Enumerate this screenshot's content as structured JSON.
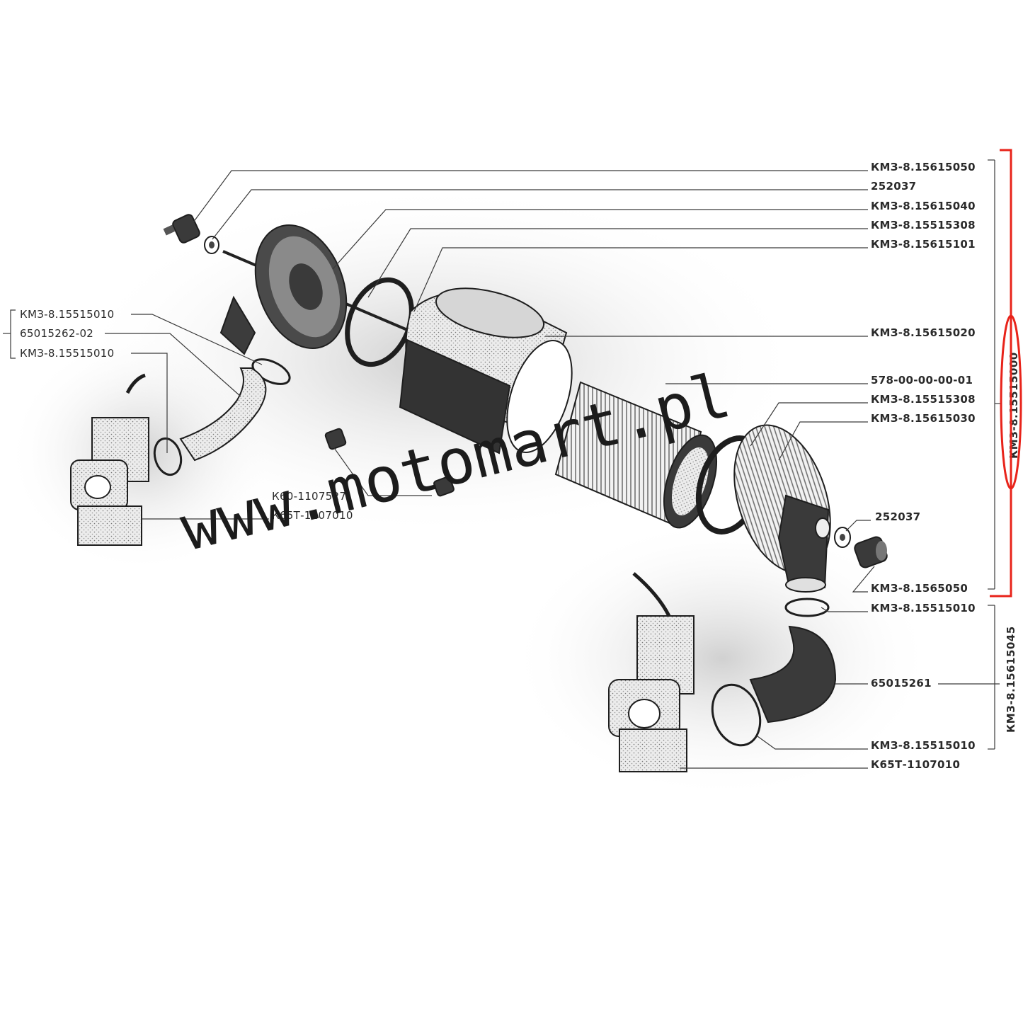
{
  "labels_left": [
    {
      "text": "КМЗ-8.15515010"
    },
    {
      "text": "65015262-02"
    },
    {
      "text": "КМЗ-8.15515010"
    }
  ],
  "labels_right_top": [
    {
      "text": "КМЗ-8.15615050"
    },
    {
      "text": "252037"
    },
    {
      "text": "КМЗ-8.15615040"
    },
    {
      "text": "КМЗ-8.15515308"
    },
    {
      "text": "КМЗ-8.15615101"
    },
    {
      "text": "КМЗ-8.15615020"
    },
    {
      "text": "578-00-00-00-01"
    },
    {
      "text": "КМЗ-8.15515308"
    },
    {
      "text": "КМЗ-8.15615030"
    },
    {
      "text": "252037"
    },
    {
      "text": "КМЗ-8.1565050"
    }
  ],
  "labels_right_bottom": [
    {
      "text": "КМЗ-8.15515010"
    },
    {
      "text": "65015261"
    },
    {
      "text": "КМЗ-8.15515010"
    },
    {
      "text": "К65Т-1107010"
    }
  ],
  "labels_center": [
    {
      "text": "К60-1107527"
    },
    {
      "text": "К65Т-1107010"
    }
  ],
  "assembly_top": "КМЗ-8.15515000",
  "assembly_bottom": "КМЗ-8.15615045",
  "watermark": "www.motomart.pl",
  "highlight_color": "#e8231a"
}
